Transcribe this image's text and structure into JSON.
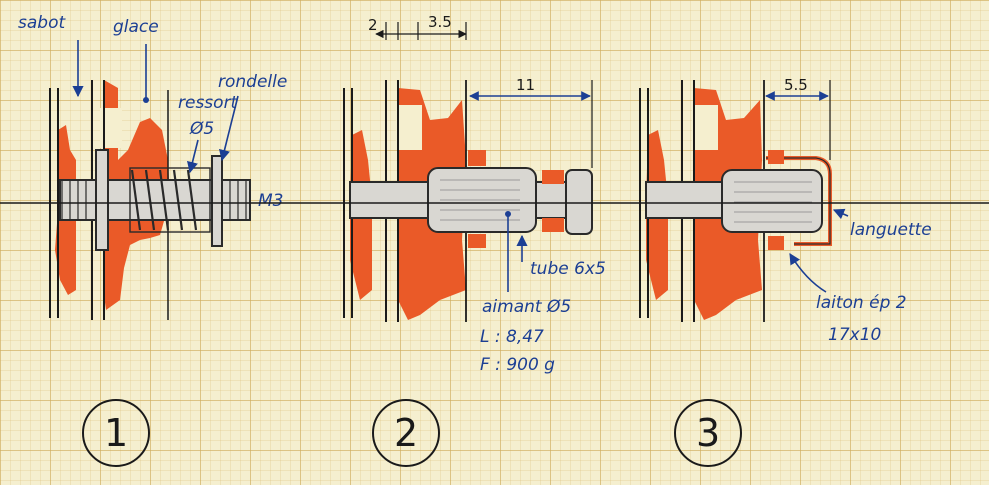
{
  "labels": {
    "sabot": "sabot",
    "glace": "glace",
    "rondelle": "rondelle",
    "ressort": "ressort",
    "ressort_dia": "Ø5",
    "m3": "M3",
    "tube": "tube 6x5",
    "aimant": "aimant Ø5",
    "aimant_l": "L : 8,47",
    "aimant_f": "F : 900 g",
    "languette": "languette",
    "laiton": "laiton ép 2",
    "laiton_dims": "17x10"
  },
  "dimensions": {
    "d2": "2",
    "d35": "3.5",
    "d11": "11",
    "d55": "5.5"
  },
  "figure_numbers": [
    "1",
    "2",
    "3"
  ],
  "colors": {
    "paper": "#f5efcf",
    "grid": "#cdaa5a",
    "orange_fill": "#ea5a28",
    "ink_blue": "#1c3f94",
    "ink_black": "#1a1a1a"
  }
}
